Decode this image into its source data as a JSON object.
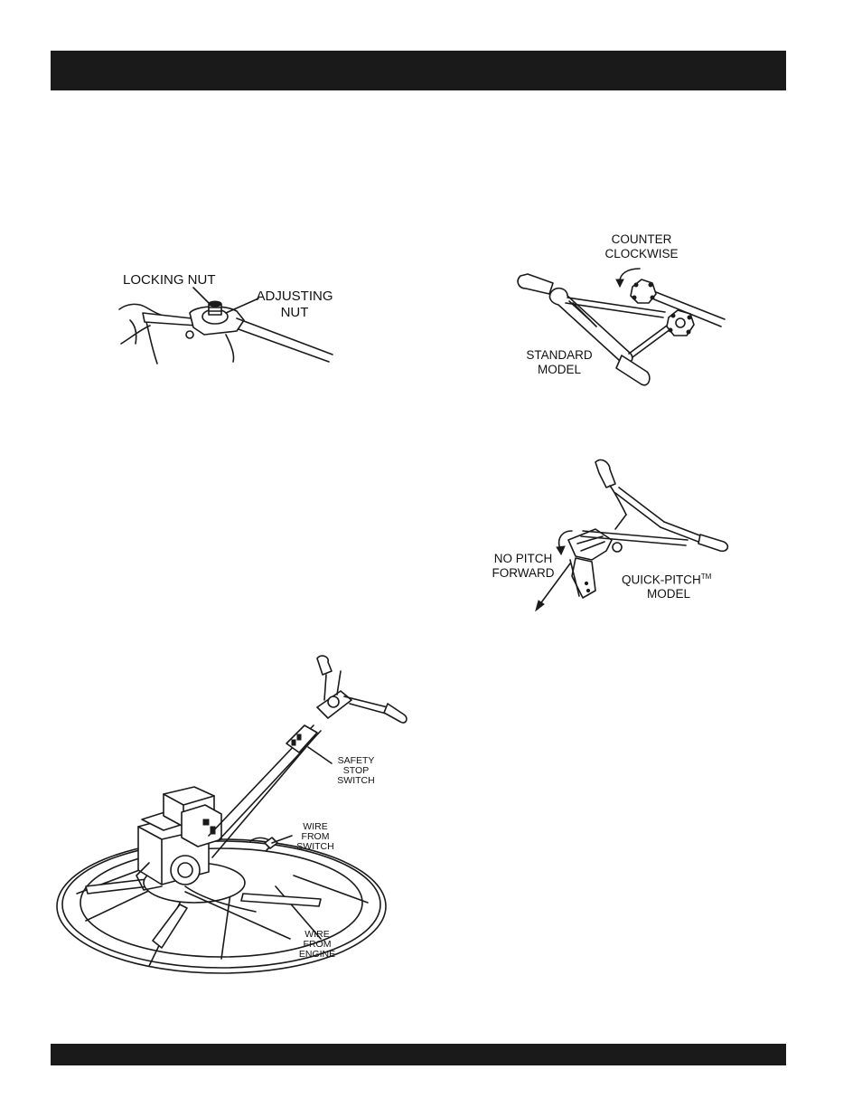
{
  "header_bar": {
    "color": "#1a1a1a"
  },
  "footer_bar": {
    "color": "#1a1a1a"
  },
  "figures": {
    "locking_nut": {
      "label_locking": "LOCKING NUT",
      "label_adjusting_1": "ADJUSTING",
      "label_adjusting_2": "NUT"
    },
    "standard_model": {
      "label_counter_1": "COUNTER",
      "label_counter_2": "CLOCKWISE",
      "label_model_1": "STANDARD",
      "label_model_2": "MODEL"
    },
    "quick_pitch": {
      "label_pitch_1": "NO PITCH",
      "label_pitch_2": "FORWARD",
      "label_model_1": "QUICK-PITCH",
      "label_tm": "TM",
      "label_model_2": "MODEL"
    },
    "trowel": {
      "safety_1": "SAFETY",
      "safety_2": "STOP",
      "safety_3": "SWITCH",
      "wire_switch_1": "WIRE",
      "wire_switch_2": "FROM",
      "wire_switch_3": "SWITCH",
      "wire_engine_1": "WIRE",
      "wire_engine_2": "FROM",
      "wire_engine_3": "ENGINE"
    }
  }
}
